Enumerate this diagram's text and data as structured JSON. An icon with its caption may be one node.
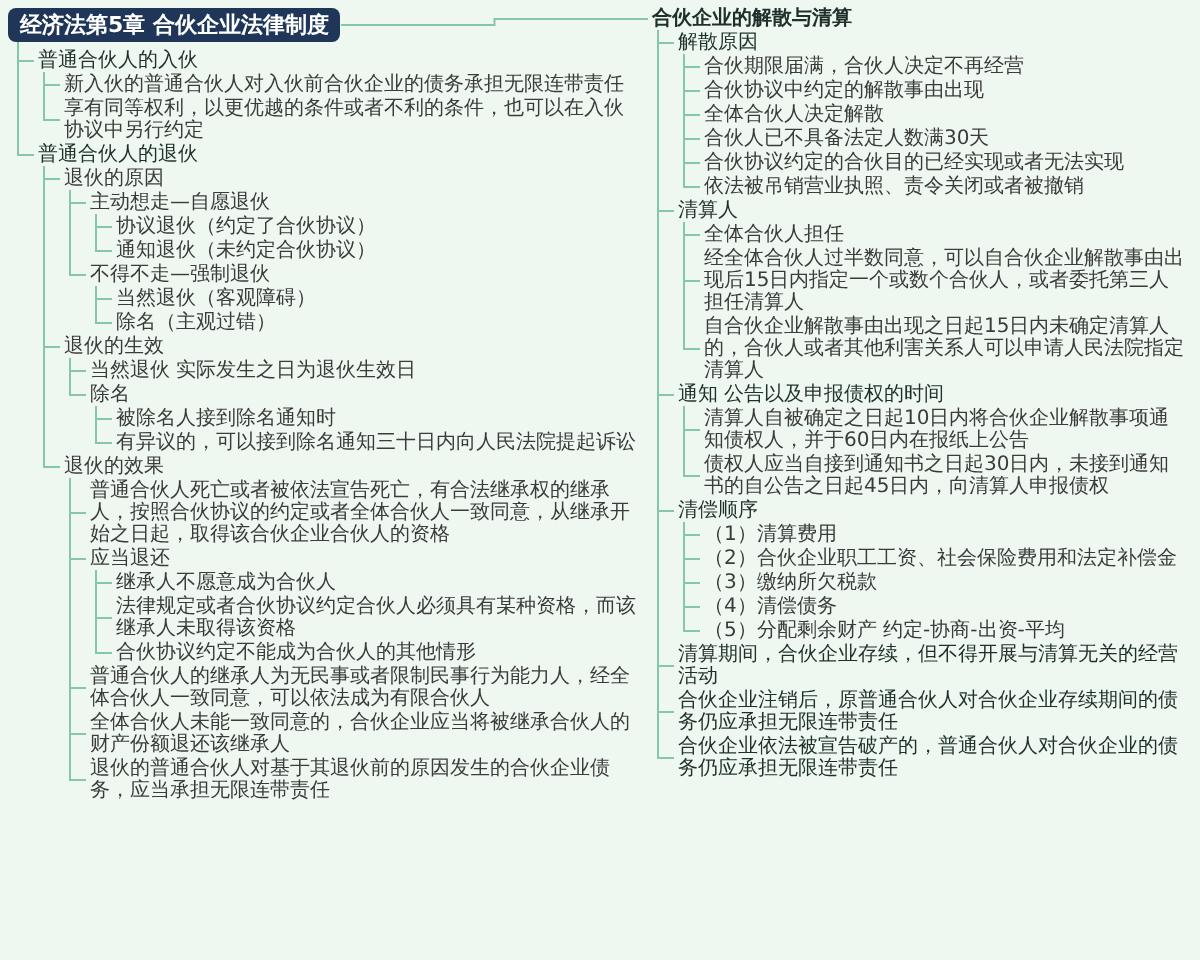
{
  "diagram": {
    "nodes": [
      {
        "text": [
          "经济法第5章 合伙企业法律制度"
        ]
      },
      {
        "text": [
          "普通合伙人的入伙"
        ]
      },
      {
        "text": [
          "新入伙的普通合伙人对入伙前合伙企业的债务承担无限连带责任"
        ]
      },
      {
        "text": [
          "享有同等权利，以更优越的条件或者不利的条件，也可以在入伙协议中另行约定"
        ]
      },
      {
        "text": [
          "普通合伙人的退伙"
        ]
      },
      {
        "text": [
          "退伙的原因"
        ]
      },
      {
        "text": [
          "主动想走—自愿退伙"
        ]
      },
      {
        "text": [
          "协议退伙（约定了合伙协议）"
        ]
      },
      {
        "text": [
          "通知退伙（未约定合伙协议）"
        ]
      },
      {
        "text": [
          "不得不走—强制退伙"
        ]
      },
      {
        "text": [
          "当然退伙（客观障碍）"
        ]
      },
      {
        "text": [
          "除名（主观过错）"
        ]
      },
      {
        "text": [
          "退伙的生效"
        ]
      },
      {
        "text": [
          "当然退伙 实际发生之日为退伙生效日"
        ]
      },
      {
        "text": [
          "除名"
        ]
      },
      {
        "text": [
          "被除名人接到除名通知时"
        ]
      },
      {
        "text": [
          "有异议的，可以接到除名通知三十日内向人民法院提起诉讼"
        ]
      },
      {
        "text": [
          "退伙的效果"
        ]
      },
      {
        "text": [
          "普通合伙人死亡或者被依法宣告死亡，有合法继承权的继承人，按照合伙协议的约定或者全体合伙人一致同意，从继承开始之日起，取得该合伙企业合伙人的资格"
        ]
      },
      {
        "text": [
          "应当退还"
        ]
      },
      {
        "text": [
          "继承人不愿意成为合伙人"
        ]
      },
      {
        "text": [
          "法律规定或者合伙协议约定合伙人必须具有某种资格，而该继承人未取得该资格"
        ]
      },
      {
        "text": [
          "合伙协议约定不能成为合伙人的其他情形"
        ]
      },
      {
        "text": [
          "普通合伙人的继承人为无民事或者限制民事行为能力人，经全体合伙人一致同意，可以依法成为有限合伙人"
        ]
      },
      {
        "text": [
          "全体合伙人未能一致同意的，合伙企业应当将被继承合伙人的财产份额退还该继承人"
        ]
      },
      {
        "text": [
          "退伙的普通合伙人对基于其退伙前的原因发生的合伙企业债务，应当承担无限连带责任"
        ]
      },
      {
        "text": [
          "合伙企业的解散与清算"
        ]
      },
      {
        "text": [
          "解散原因"
        ]
      },
      {
        "text": [
          "合伙期限届满，合伙人决定不再经营"
        ]
      },
      {
        "text": [
          "合伙协议中约定的解散事由出现"
        ]
      },
      {
        "text": [
          "全体合伙人决定解散"
        ]
      },
      {
        "text": [
          "合伙人已不具备法定人数满30天"
        ]
      },
      {
        "text": [
          "合伙协议约定的合伙目的已经实现或者无法实现"
        ]
      },
      {
        "text": [
          "依法被吊销营业执照、责令关闭或者被撤销"
        ]
      },
      {
        "text": [
          "清算人"
        ]
      },
      {
        "text": [
          "全体合伙人担任"
        ]
      },
      {
        "text": [
          "经全体合伙人过半数同意，可以自合伙企业解散事由出现后15日内指定一个或数个合伙人，或者委托第三人担任清算人"
        ]
      },
      {
        "text": [
          "自合伙企业解散事由出现之日起15日内未确定清算人的，合伙人或者其他利害关系人可以申请人民法院指定清算人"
        ]
      },
      {
        "text": [
          "通知 公告以及申报债权的时间"
        ]
      },
      {
        "text": [
          "清算人自被确定之日起10日内将合伙企业解散事项通知债权人，并于60日内在报纸上公告"
        ]
      },
      {
        "text": [
          "债权人应当自接到通知书之日起30日内，未接到通知书的自公告之日起45日内，向清算人申报债权"
        ]
      },
      {
        "text": [
          "清偿顺序"
        ]
      },
      {
        "text": [
          "（1）清算费用"
        ]
      },
      {
        "text": [
          "（2）合伙企业职工工资、社会保险费用和法定补偿金"
        ]
      },
      {
        "text": [
          "（3）缴纳所欠税款"
        ]
      },
      {
        "text": [
          "（4）清偿债务"
        ]
      },
      {
        "text": [
          "（5）分配剩余财产 约定-协商-出资-平均"
        ]
      },
      {
        "text": [
          "清算期间，合伙企业存续，但不得开展与清算无关的经营活动"
        ]
      },
      {
        "text": [
          "合伙企业注销后，原普通合伙人对合伙企业存续期间的债务仍应承担无限连带责任"
        ]
      },
      {
        "text": [
          "合伙企业依法被宣告破产的，普通合伙人对合伙企业的债务仍应承担无限连带责任"
        ]
      }
    ],
    "edges": [
      {
        "from": 0,
        "to": 1,
        "arrow": "none"
      },
      {
        "from": 1,
        "to": 2,
        "arrow": "none"
      },
      {
        "from": 1,
        "to": 3,
        "arrow": "none"
      },
      {
        "from": 0,
        "to": 4,
        "arrow": "none"
      },
      {
        "from": 4,
        "to": 5,
        "arrow": "none"
      },
      {
        "from": 5,
        "to": 6,
        "arrow": "none"
      },
      {
        "from": 6,
        "to": 7,
        "arrow": "none"
      },
      {
        "from": 6,
        "to": 8,
        "arrow": "none"
      },
      {
        "from": 5,
        "to": 9,
        "arrow": "none"
      },
      {
        "from": 9,
        "to": 10,
        "arrow": "none"
      },
      {
        "from": 9,
        "to": 11,
        "arrow": "none"
      },
      {
        "from": 4,
        "to": 12,
        "arrow": "none"
      },
      {
        "from": 12,
        "to": 13,
        "arrow": "none"
      },
      {
        "from": 12,
        "to": 14,
        "arrow": "none"
      },
      {
        "from": 14,
        "to": 15,
        "arrow": "none"
      },
      {
        "from": 14,
        "to": 16,
        "arrow": "none"
      },
      {
        "from": 4,
        "to": 17,
        "arrow": "none"
      },
      {
        "from": 17,
        "to": 18,
        "arrow": "none"
      },
      {
        "from": 17,
        "to": 19,
        "arrow": "none"
      },
      {
        "from": 19,
        "to": 20,
        "arrow": "none"
      },
      {
        "from": 19,
        "to": 21,
        "arrow": "none"
      },
      {
        "from": 19,
        "to": 22,
        "arrow": "none"
      },
      {
        "from": 17,
        "to": 23,
        "arrow": "none"
      },
      {
        "from": 17,
        "to": 24,
        "arrow": "none"
      },
      {
        "from": 17,
        "to": 25,
        "arrow": "none"
      },
      {
        "from": 0,
        "to": 26,
        "arrow": "none"
      },
      {
        "from": 26,
        "to": 27,
        "arrow": "none"
      },
      {
        "from": 27,
        "to": 28,
        "arrow": "none"
      },
      {
        "from": 27,
        "to": 29,
        "arrow": "none"
      },
      {
        "from": 27,
        "to": 30,
        "arrow": "none"
      },
      {
        "from": 27,
        "to": 31,
        "arrow": "none"
      },
      {
        "from": 27,
        "to": 32,
        "arrow": "none"
      },
      {
        "from": 27,
        "to": 33,
        "arrow": "none"
      },
      {
        "from": 26,
        "to": 34,
        "arrow": "none"
      },
      {
        "from": 34,
        "to": 35,
        "arrow": "none"
      },
      {
        "from": 34,
        "to": 36,
        "arrow": "none"
      },
      {
        "from": 34,
        "to": 37,
        "arrow": "none"
      },
      {
        "from": 26,
        "to": 38,
        "arrow": "none"
      },
      {
        "from": 38,
        "to": 39,
        "arrow": "none"
      },
      {
        "from": 38,
        "to": 40,
        "arrow": "none"
      },
      {
        "from": 26,
        "to": 41,
        "arrow": "none"
      },
      {
        "from": 41,
        "to": 42,
        "arrow": "none"
      },
      {
        "from": 41,
        "to": 43,
        "arrow": "none"
      },
      {
        "from": 41,
        "to": 44,
        "arrow": "none"
      },
      {
        "from": 41,
        "to": 45,
        "arrow": "none"
      },
      {
        "from": 41,
        "to": 46,
        "arrow": "none"
      },
      {
        "from": 26,
        "to": 47,
        "arrow": "none"
      },
      {
        "from": 26,
        "to": 48,
        "arrow": "none"
      },
      {
        "from": 26,
        "to": 49,
        "arrow": "none"
      }
    ]
  }
}
